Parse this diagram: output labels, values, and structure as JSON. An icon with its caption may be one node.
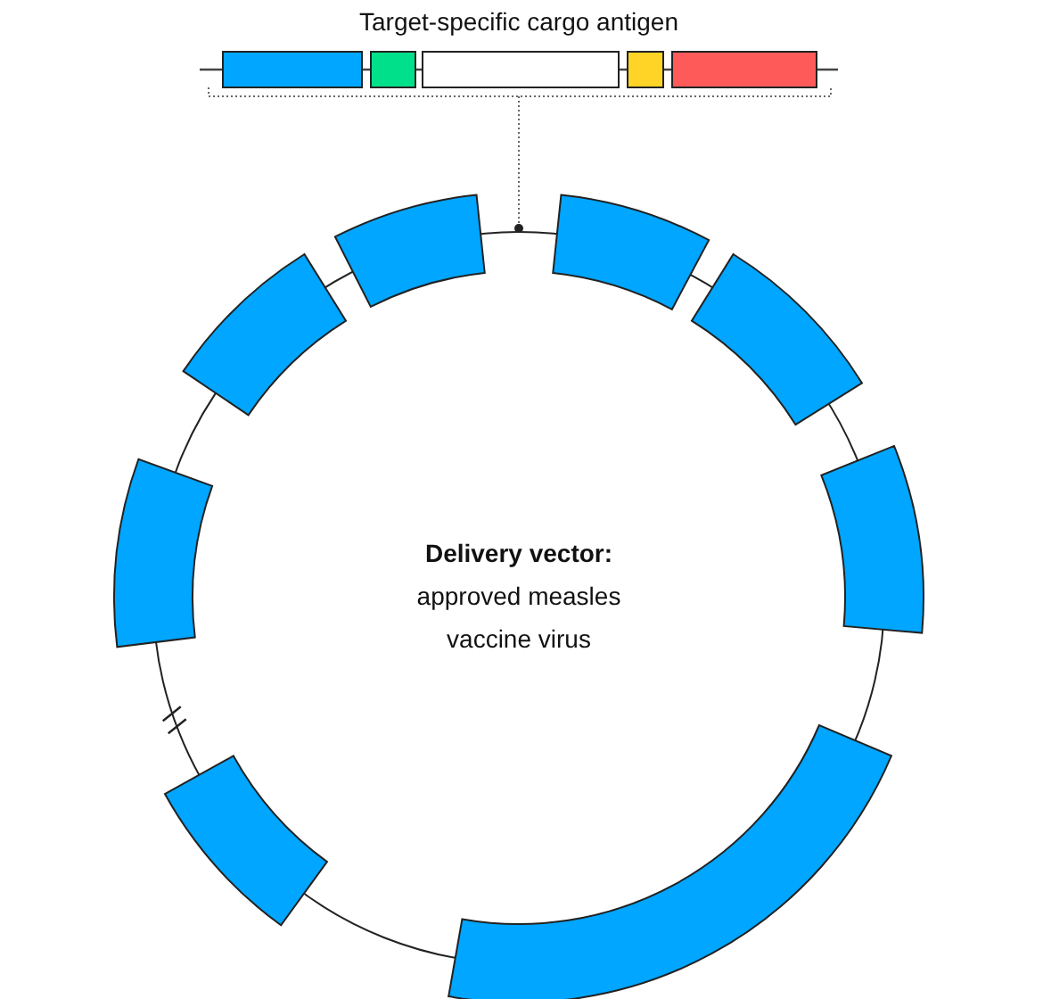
{
  "diagram": {
    "labels": [
      "Target-specific cargo antigen",
      "Delivery vector:",
      "approved measles vaccine virus"
    ]
  }
}
